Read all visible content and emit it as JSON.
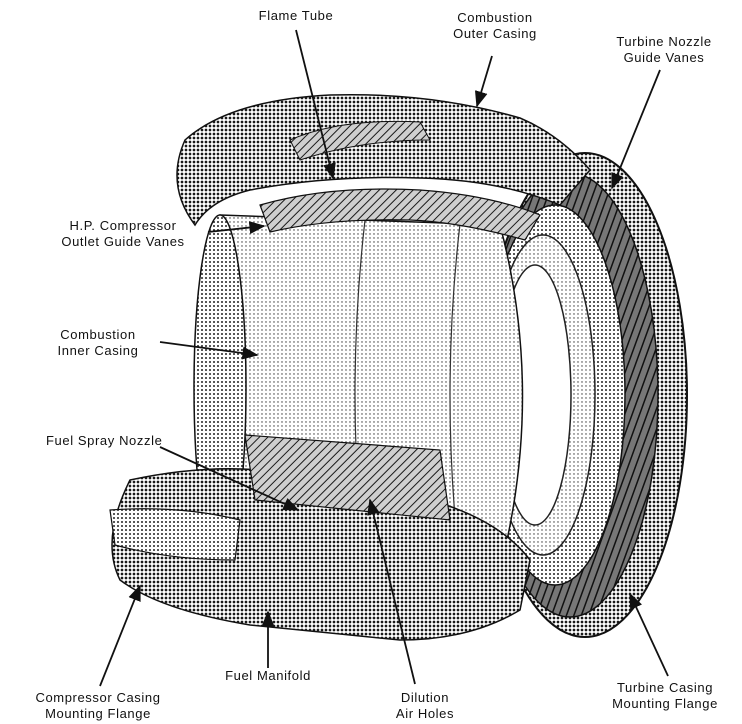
{
  "diagram": {
    "labels": {
      "flame_tube": [
        "Flame Tube"
      ],
      "combustion_outer_casing": [
        "Combustion",
        "Outer Casing"
      ],
      "turbine_nozzle_guide_vanes": [
        "Turbine Nozzle",
        "Guide Vanes"
      ],
      "hp_compressor_outlet_guide_vanes": [
        "H.P. Compressor",
        "Outlet Guide Vanes"
      ],
      "combustion_inner_casing": [
        "Combustion",
        "Inner Casing"
      ],
      "fuel_spray_nozzle": [
        "Fuel Spray Nozzle"
      ],
      "fuel_manifold": [
        "Fuel Manifold"
      ],
      "compressor_casing_mounting_flange": [
        "Compressor Casing",
        "Mounting Flange"
      ],
      "dilution_air_holes": [
        "Dilution",
        "Air Holes"
      ],
      "turbine_casing_mounting_flange": [
        "Turbine Casing",
        "Mounting Flange"
      ]
    },
    "colors": {
      "ink": "#1a1a1a",
      "shade": "#555555",
      "light": "#9a9a9a",
      "paper": "#ffffff"
    }
  }
}
